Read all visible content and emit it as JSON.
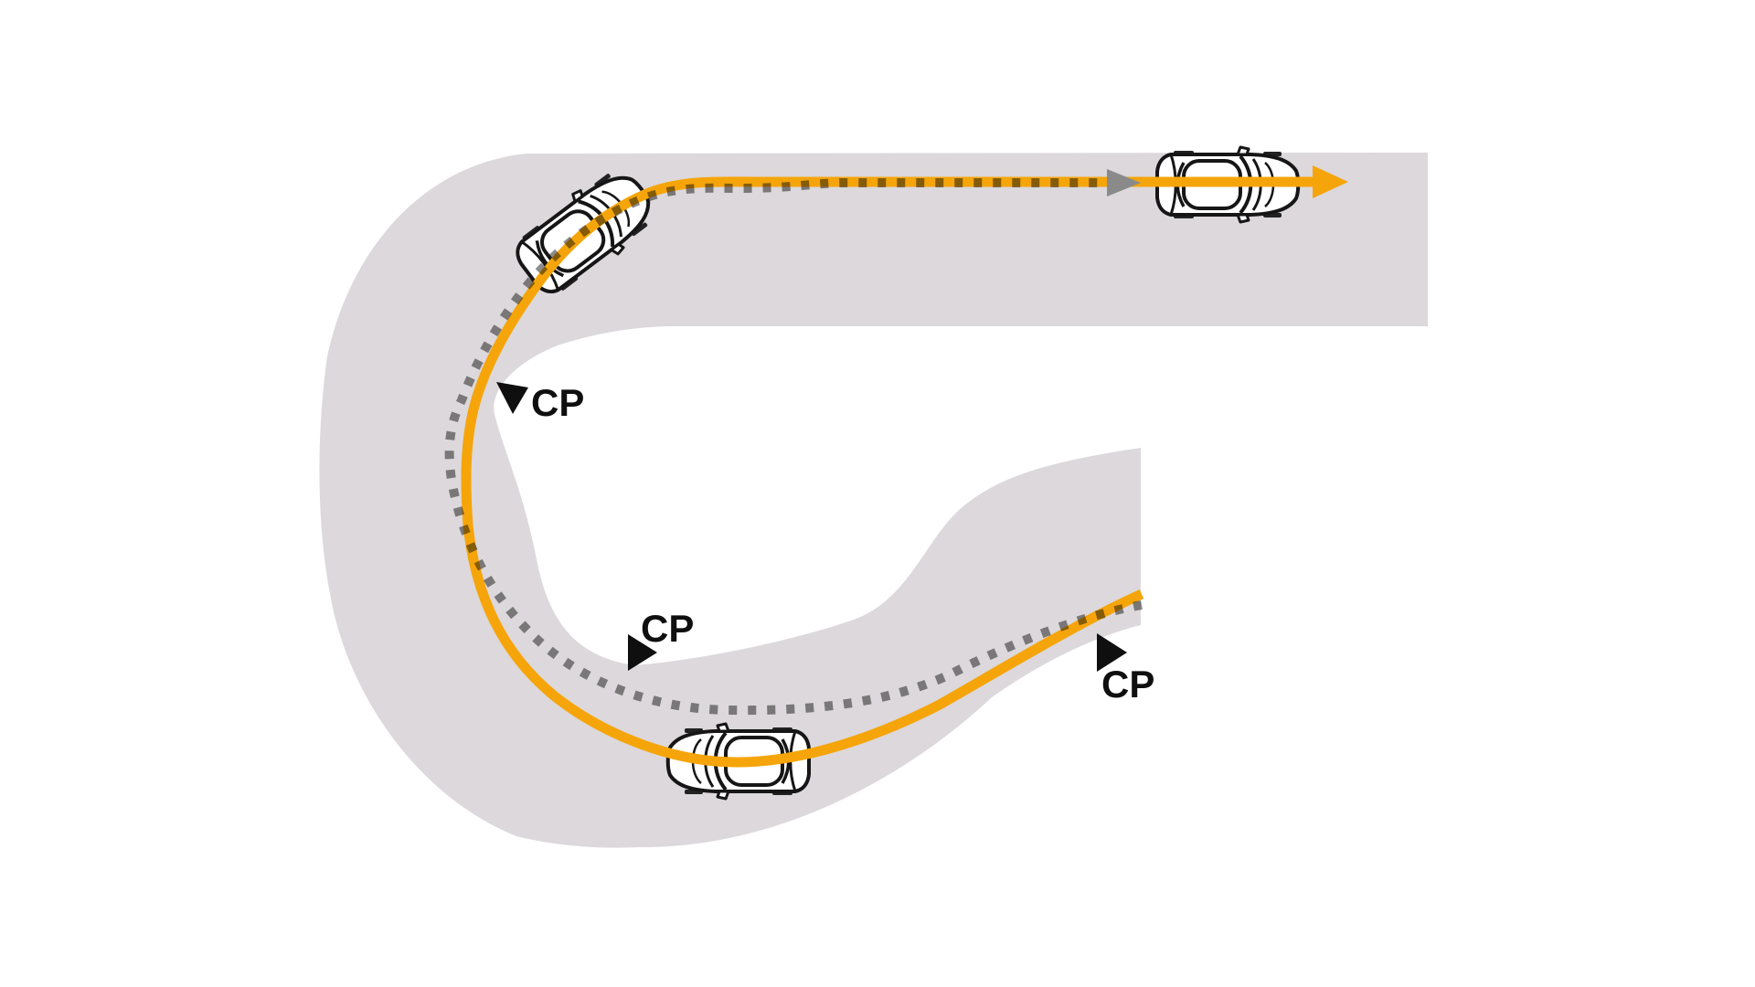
{
  "diagram": {
    "background_color": "#ffffff",
    "road_color": "#dcd8db",
    "racing_line_color": "#f5a50a",
    "alternate_line_color": "#8c8c8c",
    "alternate_arrow_color": "#8a8a8a",
    "marker_color": "#0f0f0f",
    "car_outline_color": "#161616",
    "car_fill_color": "#ffffff",
    "clipping_points": [
      {
        "label": "CP",
        "position": "hairpin-top-apex"
      },
      {
        "label": "CP",
        "position": "hairpin-bottom-apex"
      },
      {
        "label": "CP",
        "position": "corner-entry-right"
      }
    ],
    "cars": [
      {
        "name": "car-corner-exit",
        "heading": "up-right"
      },
      {
        "name": "car-straight",
        "heading": "right"
      },
      {
        "name": "car-corner-bottom",
        "heading": "left"
      }
    ],
    "icons": {
      "racing_line_arrow": "right-arrow",
      "alternate_line_arrow": "right-arrow",
      "cp_marker": "triangle-pointer"
    }
  }
}
